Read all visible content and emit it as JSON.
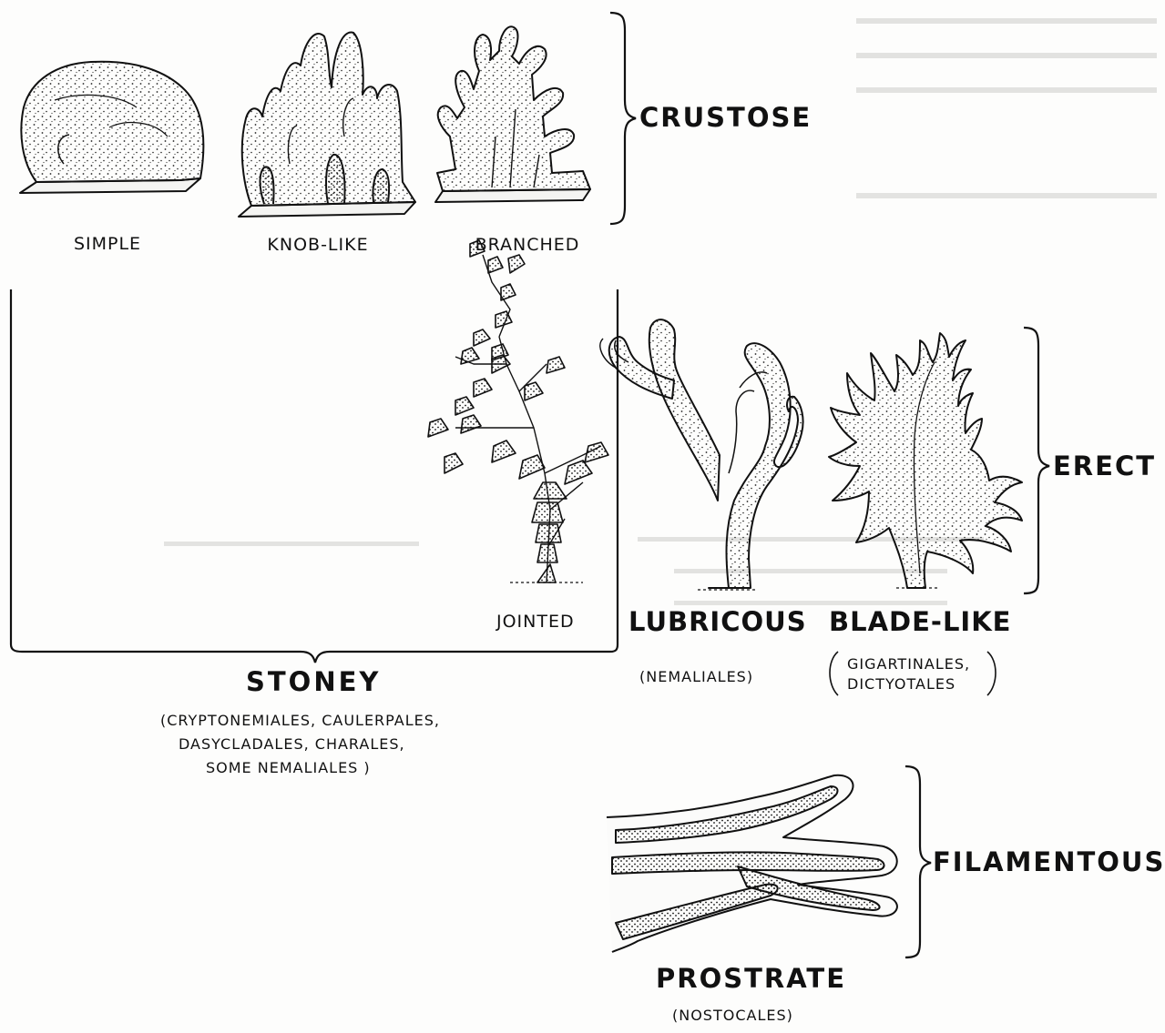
{
  "crustose": {
    "title": "CRUSTOSE",
    "forms": [
      "SIMPLE",
      "KNOB-LIKE",
      "BRANCHED"
    ]
  },
  "erect": {
    "title": "ERECT",
    "forms": [
      "JOINTED",
      "LUBRICOUS",
      "BLADE-LIKE"
    ],
    "lubricous_note": "(NEMALIALES)",
    "blade_note_1": "GIGARTINALES,",
    "blade_note_2": "DICTYOTALES"
  },
  "stoney": {
    "title": "STONEY",
    "note_line_1": "(CRYPTONEMIALES, CAULERPALES,",
    "note_line_2": "DASYCLADALES, CHARALES,",
    "note_line_3": "SOME NEMALIALES )"
  },
  "filamentous": {
    "title": "FILAMENTOUS",
    "form": "PROSTRATE",
    "note": "(NOSTOCALES)"
  }
}
